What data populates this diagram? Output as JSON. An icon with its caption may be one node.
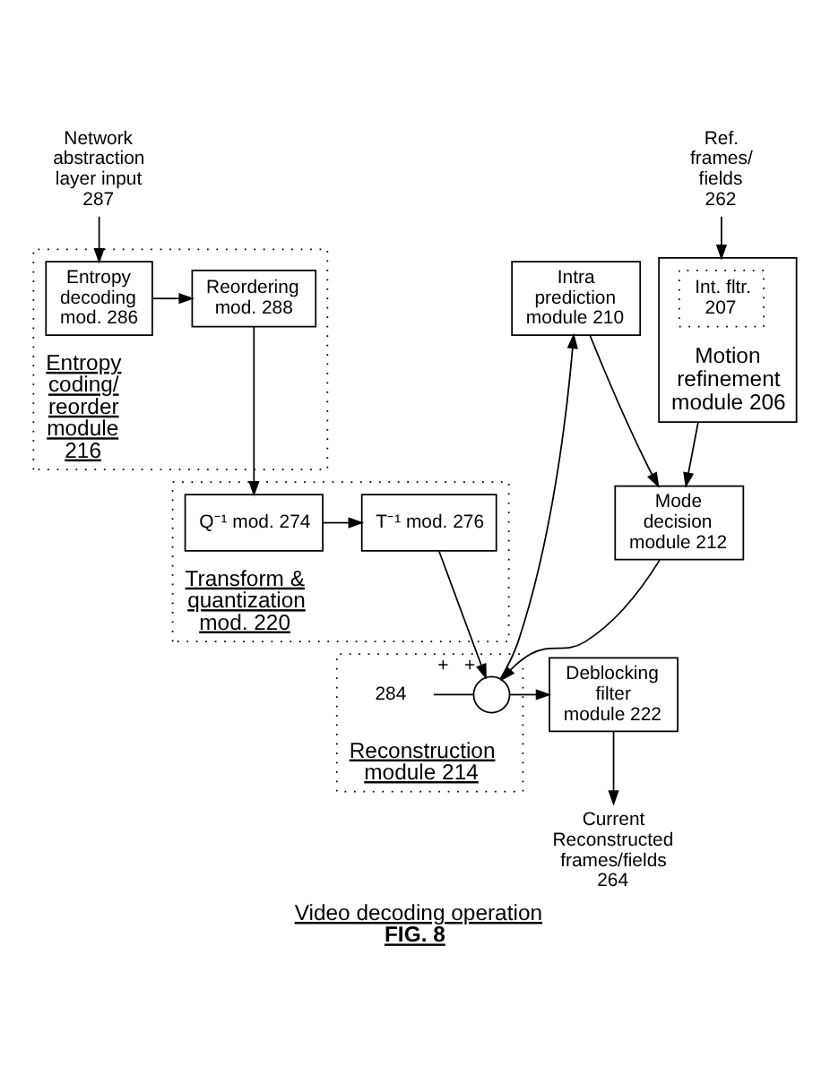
{
  "diagram": {
    "title": "Video decoding operation",
    "caption": "FIG. 8",
    "nodes": [
      {
        "text": [
          "Network abstraction layer input 287"
        ]
      },
      {
        "text": [
          "Entropy coding/ reorder module 216"
        ]
      },
      {
        "text": [
          "Entropy decoding mod. 286"
        ],
        "in": 1
      },
      {
        "text": [
          "Reordering mod. 288"
        ],
        "in": 1
      },
      {
        "text": [
          "Transform & quantization mod. 220"
        ]
      },
      {
        "text": [
          "Q⁻¹ mod. 274"
        ],
        "in": 4
      },
      {
        "text": [
          "T⁻¹ mod. 276"
        ],
        "in": 4
      },
      {
        "text": [
          "Reconstruction module 214"
        ]
      },
      {
        "text": [],
        "shape": "circle",
        "in": 7,
        "beside": [
          "+",
          "+"
        ]
      },
      {
        "text": [
          "284"
        ],
        "in": 7
      },
      {
        "text": [
          "Deblocking filter module 222"
        ]
      },
      {
        "text": [
          "Current Reconstructed frames/fields 264"
        ]
      },
      {
        "text": [
          "Mode decision module 212"
        ]
      },
      {
        "text": [
          "Motion refinement module 206"
        ]
      },
      {
        "text": [
          "Int. fltr. 207"
        ],
        "in": 13
      },
      {
        "text": [
          "Intra prediction module 210"
        ]
      },
      {
        "text": [
          "Ref. frames/ fields 262"
        ]
      }
    ],
    "edges": [
      {
        "from": 0,
        "to": 2,
        "arrow": "to"
      },
      {
        "from": 2,
        "to": 3,
        "arrow": "to"
      },
      {
        "from": 3,
        "to": 5,
        "arrow": "to"
      },
      {
        "from": 5,
        "to": 6,
        "arrow": "to"
      },
      {
        "from": 6,
        "to": 8,
        "arrow": "to"
      },
      {
        "from": 12,
        "to": 8,
        "arrow": "to"
      },
      {
        "from": 9,
        "to": 8,
        "arrow": "none"
      },
      {
        "from": 8,
        "to": 10,
        "arrow": "to"
      },
      {
        "from": 8,
        "to": 15,
        "arrow": "to"
      },
      {
        "from": 10,
        "to": 11,
        "arrow": "to"
      },
      {
        "from": 16,
        "to": 13,
        "arrow": "to"
      },
      {
        "from": 13,
        "to": 12,
        "arrow": "to"
      },
      {
        "from": 15,
        "to": 12,
        "arrow": "to"
      }
    ]
  }
}
